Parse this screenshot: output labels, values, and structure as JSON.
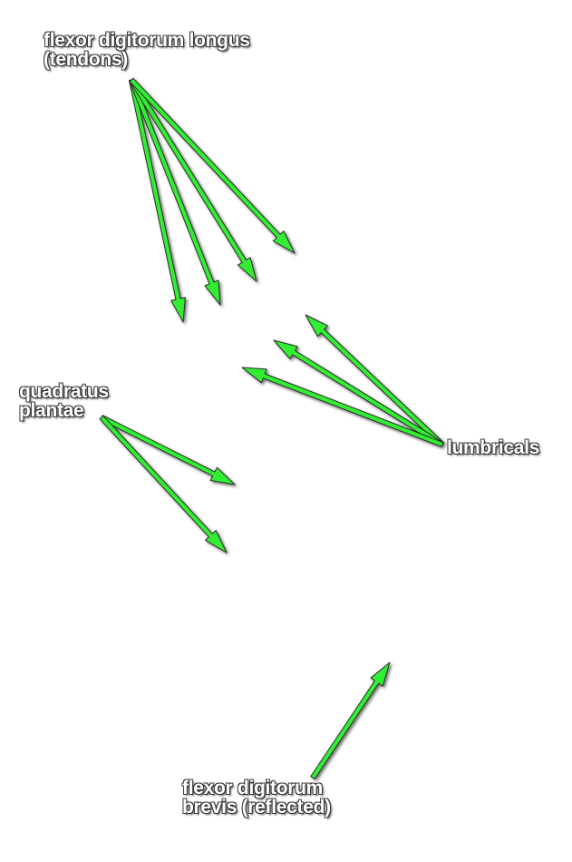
{
  "labels": {
    "flexor_digitorum_longus": {
      "line1": "flexor digitorum longus",
      "line2": "(tendons)"
    },
    "quadratus_plantae": {
      "line1": "quadratus",
      "line2": "plantae"
    },
    "lumbricals": {
      "line1": "lumbricals"
    },
    "flexor_digitorum_brevis": {
      "line1": "flexor digitorum",
      "line2": "brevis (reflected)"
    }
  },
  "colors": {
    "arrow": "#33ee33",
    "arrow_outline": "#2a2a2a",
    "label_text": "#ffffff",
    "background": "#ffffff"
  }
}
